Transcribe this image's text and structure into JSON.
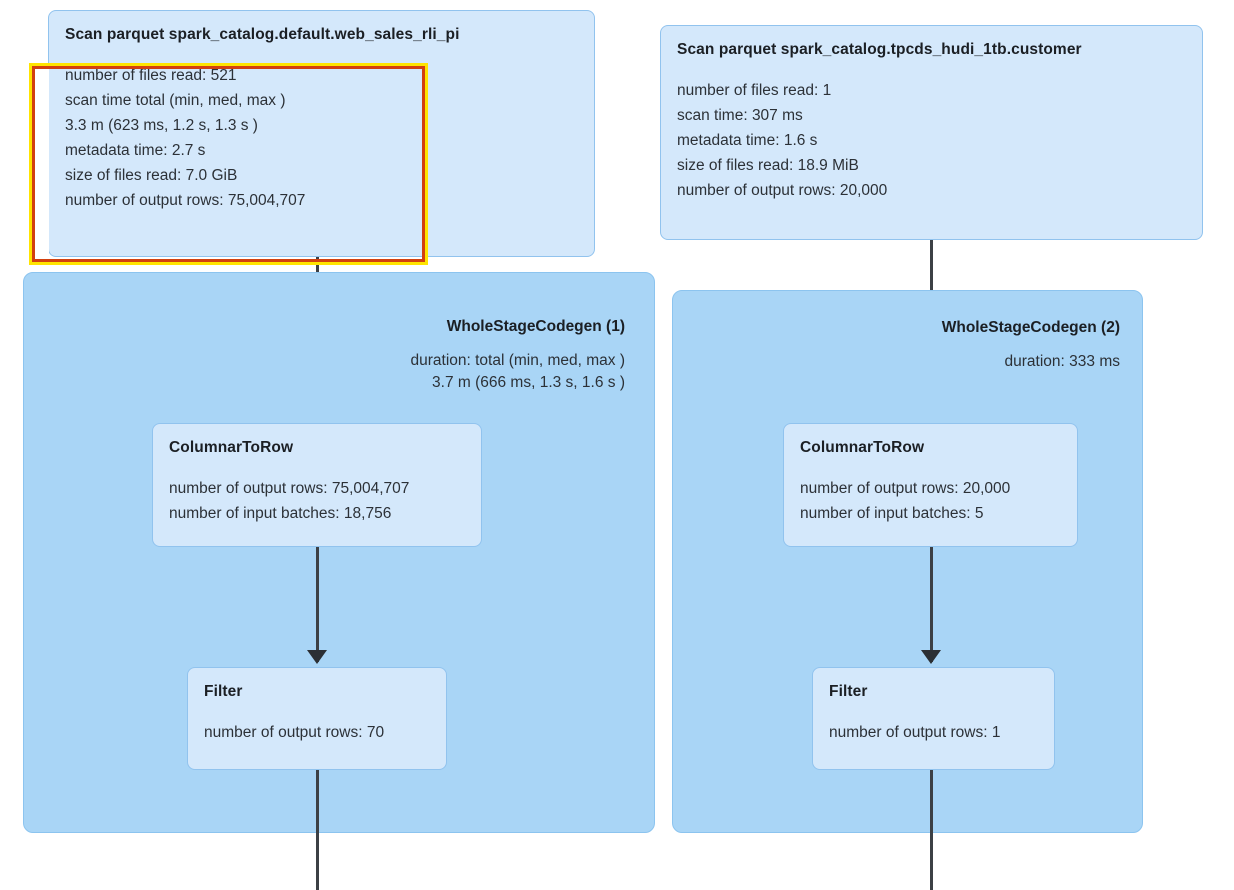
{
  "diagram": {
    "type": "spark-sql-physical-plan-dag",
    "highlight_color": "#d2400f",
    "highlight_glow_color": "#ffe400",
    "node_fill": "#d4e8fb",
    "node_border": "#91c3ee",
    "stage_fill": "#a9d5f6",
    "edge_color": "#3c4045"
  },
  "left_branch": {
    "scan": {
      "title": "Scan parquet spark_catalog.default.web_sales_rli_pi",
      "metrics": [
        "number of files read: 521",
        "scan time total (min, med, max )",
        "3.3 m (623 ms, 1.2 s, 1.3 s )",
        "metadata time: 2.7 s",
        "size of files read: 7.0 GiB",
        "number of output rows: 75,004,707"
      ]
    },
    "stage": {
      "title": "WholeStageCodegen (1)",
      "metrics": [
        "duration: total (min, med, max )",
        "3.7 m (666 ms, 1.3 s, 1.6 s )"
      ]
    },
    "columnar_to_row": {
      "title": "ColumnarToRow",
      "metrics": [
        "number of output rows: 75,004,707",
        "number of input batches: 18,756"
      ]
    },
    "filter": {
      "title": "Filter",
      "metrics": [
        "number of output rows: 70"
      ]
    }
  },
  "right_branch": {
    "scan": {
      "title": "Scan parquet spark_catalog.tpcds_hudi_1tb.customer",
      "metrics": [
        "number of files read: 1",
        "scan time: 307 ms",
        "metadata time: 1.6 s",
        "size of files read: 18.9 MiB",
        "number of output rows: 20,000"
      ]
    },
    "stage": {
      "title": "WholeStageCodegen (2)",
      "metrics": [
        "duration: 333 ms"
      ]
    },
    "columnar_to_row": {
      "title": "ColumnarToRow",
      "metrics": [
        "number of output rows: 20,000",
        "number of input batches: 5"
      ]
    },
    "filter": {
      "title": "Filter",
      "metrics": [
        "number of output rows: 1"
      ]
    }
  }
}
